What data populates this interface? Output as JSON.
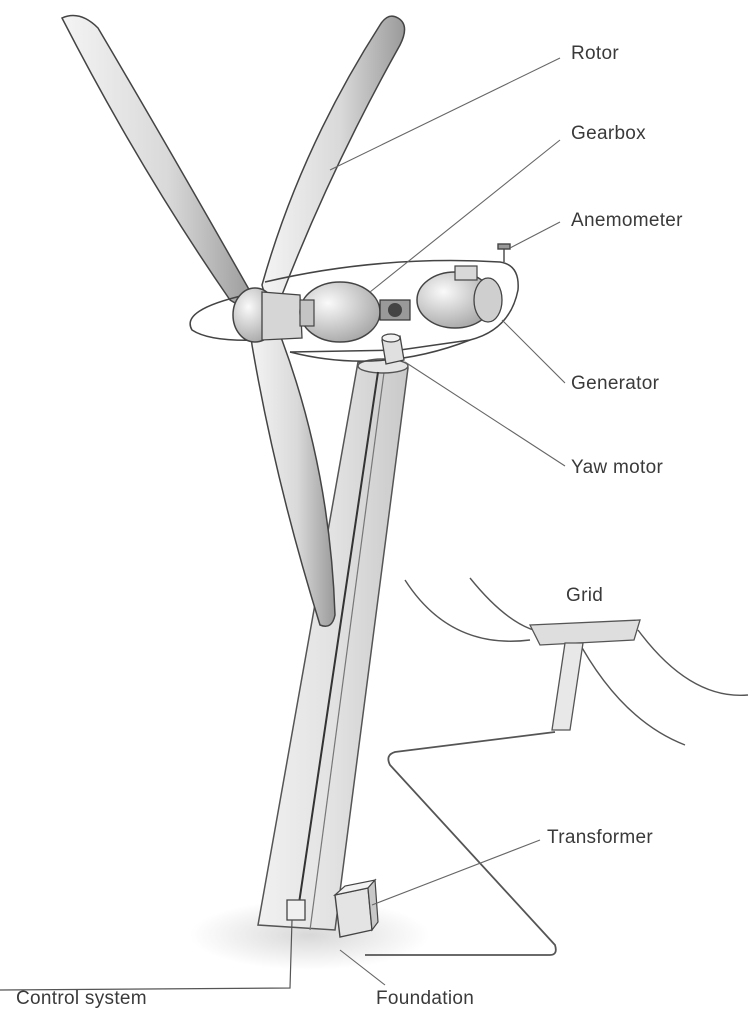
{
  "diagram": {
    "labels": {
      "rotor": "Rotor",
      "gearbox": "Gearbox",
      "anemometer": "Anemometer",
      "generator": "Generator",
      "yaw_motor": "Yaw motor",
      "grid": "Grid",
      "transformer": "Transformer",
      "control_system": "Control system",
      "foundation": "Foundation"
    }
  }
}
